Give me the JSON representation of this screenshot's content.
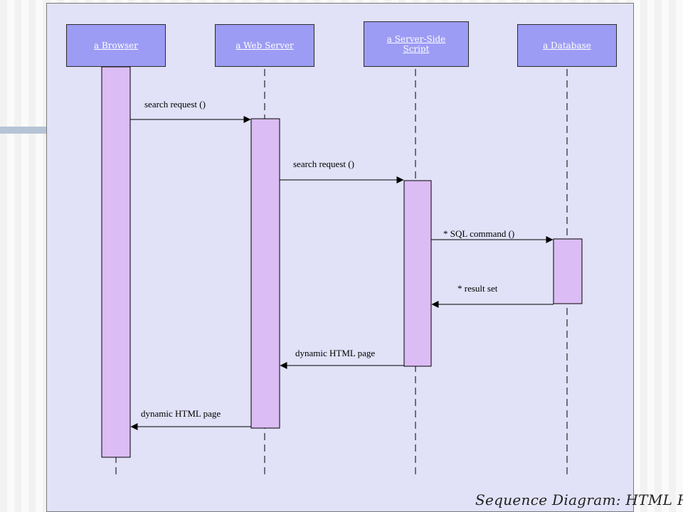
{
  "diagram": {
    "caption": "Sequence Diagram: HTML Page",
    "lifelines": [
      {
        "id": "browser",
        "label": "a Browser"
      },
      {
        "id": "web-server",
        "label": "a Web Server"
      },
      {
        "id": "server-script",
        "label": "a Server-Side Script"
      },
      {
        "id": "database",
        "label": "a Database"
      }
    ],
    "messages": [
      {
        "from": "browser",
        "to": "web-server",
        "label": "search request ()",
        "kind": "call"
      },
      {
        "from": "web-server",
        "to": "server-script",
        "label": "search request ()",
        "kind": "call"
      },
      {
        "from": "server-script",
        "to": "database",
        "label": "* SQL command ()",
        "kind": "call"
      },
      {
        "from": "database",
        "to": "server-script",
        "label": "* result set",
        "kind": "return"
      },
      {
        "from": "server-script",
        "to": "web-server",
        "label": "dynamic HTML page",
        "kind": "return"
      },
      {
        "from": "web-server",
        "to": "browser",
        "label": "dynamic HTML page",
        "kind": "return"
      }
    ],
    "colors": {
      "canvas": "#e1e1f7",
      "header": "#9c9cf4",
      "activation": "#dcbcf4",
      "line": "#000000"
    }
  }
}
